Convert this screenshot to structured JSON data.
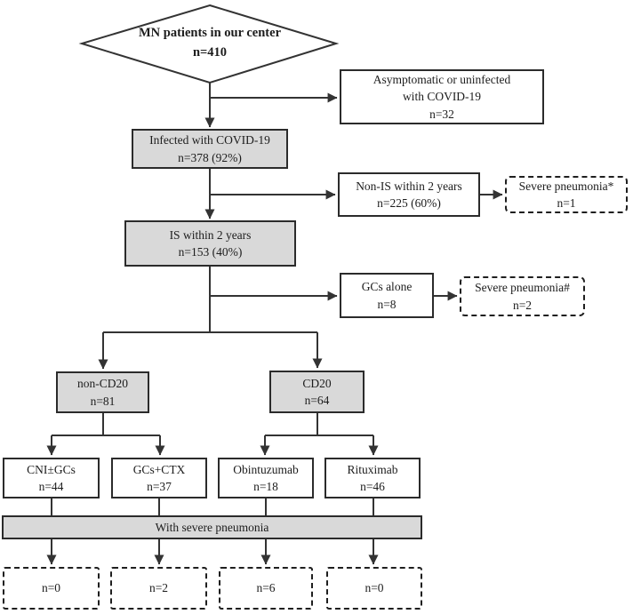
{
  "figure": {
    "type": "flowchart",
    "description": "Patient disposition flow diagram",
    "colors": {
      "background": "#ffffff",
      "box_fill_gray": "#d9d9d9",
      "box_fill_white": "#ffffff",
      "border": "#2b2b2b",
      "line": "#333333",
      "text": "#1c1c1c"
    }
  },
  "nodes": {
    "root": {
      "line1": "MN patients in our center",
      "line2": "n=410"
    },
    "asymptomatic": {
      "line1": "Asymptomatic or uninfected",
      "line2": "with COVID-19",
      "line3": "n=32"
    },
    "infected": {
      "line1": "Infected with COVID-19",
      "line2": "n=378 (92%)"
    },
    "non_is": {
      "line1": "Non-IS within 2 years",
      "line2": "n=225 (60%)"
    },
    "severe_pneumonia_star": {
      "line1": "Severe pneumonia*",
      "line2": "n=1"
    },
    "is_within": {
      "line1": "IS within 2 years",
      "line2": "n=153 (40%)"
    },
    "gcs_alone": {
      "line1": "GCs alone",
      "line2": "n=8"
    },
    "severe_pneumonia_hash": {
      "line1": "Severe pneumonia#",
      "line2": "n=2"
    },
    "non_cd20": {
      "line1": "non-CD20",
      "line2": "n=81"
    },
    "cd20": {
      "line1": "CD20",
      "line2": "n=64"
    },
    "cni_gcs": {
      "line1": "CNI±GCs",
      "line2": "n=44"
    },
    "gcs_ctx": {
      "line1": "GCs+CTX",
      "line2": "n=37"
    },
    "obintuzumab": {
      "line1": "Obintuzumab",
      "line2": "n=18"
    },
    "rituximab": {
      "line1": "Rituximab",
      "line2": "n=46"
    },
    "severe_bar": {
      "label": "With severe pneumonia"
    },
    "outcome_cni": {
      "label": "n=0"
    },
    "outcome_ctx": {
      "label": "n=2"
    },
    "outcome_obinutuzumab": {
      "label": "n=6"
    },
    "outcome_rituximab": {
      "label": "n=0"
    }
  }
}
